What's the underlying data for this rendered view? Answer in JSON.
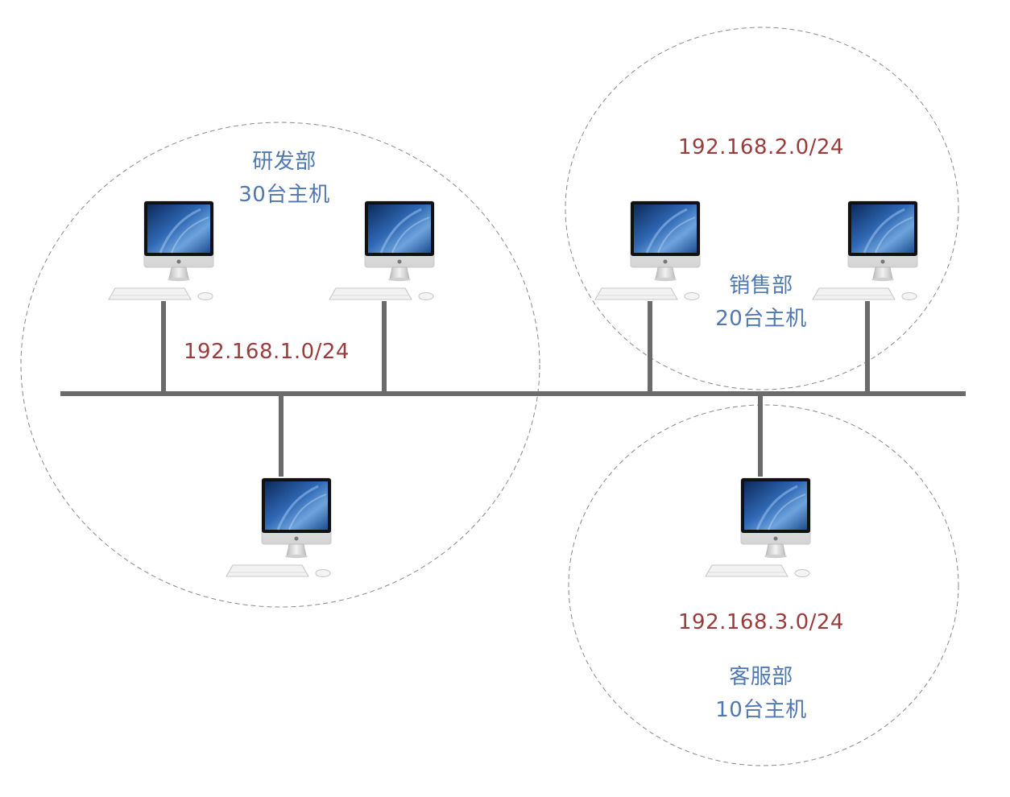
{
  "colors": {
    "bus_line": "#6b6b6b",
    "zone_border": "#8a8a8a",
    "dept_text": "#4f78b3",
    "subnet_text": "#9b3b3b"
  },
  "icons": {
    "computer": "imac-computer-icon"
  },
  "zones": [
    {
      "id": "rnd",
      "dept": "研发部",
      "hosts": "30台主机",
      "subnet": "192.168.1.0/24"
    },
    {
      "id": "sales",
      "dept": "销售部",
      "hosts": "20台主机",
      "subnet": "192.168.2.0/24"
    },
    {
      "id": "support",
      "dept": "客服部",
      "hosts": "10台主机",
      "subnet": "192.168.3.0/24"
    }
  ]
}
